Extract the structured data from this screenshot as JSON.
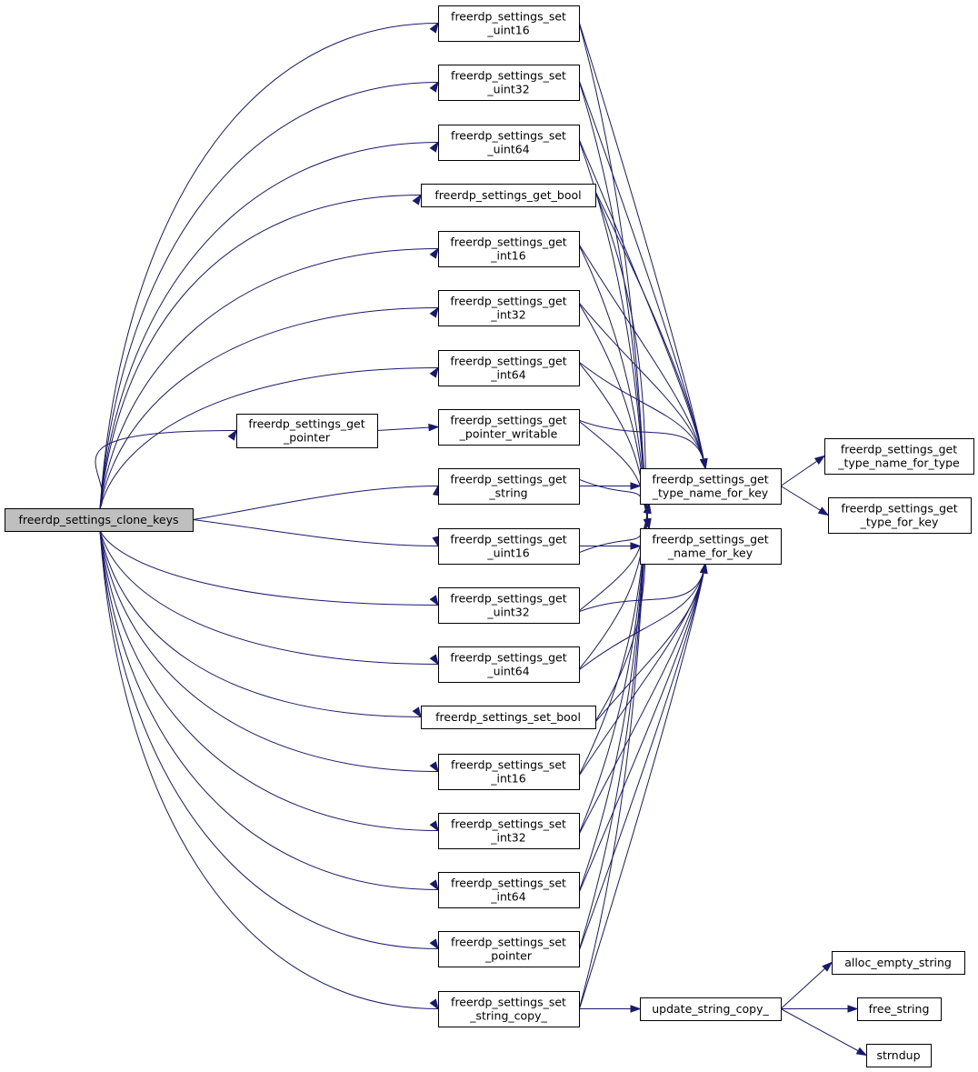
{
  "graph": {
    "colors": {
      "edge": "#191970",
      "root_fill": "#bfbfbf",
      "node_fill": "#ffffff",
      "node_border": "#000000"
    },
    "nodes": [
      {
        "id": "clone_keys",
        "lines": [
          "freerdp_settings_clone_keys"
        ],
        "root": true
      },
      {
        "id": "set_uint16",
        "lines": [
          "freerdp_settings_set",
          "_uint16"
        ]
      },
      {
        "id": "set_uint32",
        "lines": [
          "freerdp_settings_set",
          "_uint32"
        ]
      },
      {
        "id": "set_uint64",
        "lines": [
          "freerdp_settings_set",
          "_uint64"
        ]
      },
      {
        "id": "get_bool",
        "lines": [
          "freerdp_settings_get_bool"
        ]
      },
      {
        "id": "get_int16",
        "lines": [
          "freerdp_settings_get",
          "_int16"
        ]
      },
      {
        "id": "get_int32",
        "lines": [
          "freerdp_settings_get",
          "_int32"
        ]
      },
      {
        "id": "get_int64",
        "lines": [
          "freerdp_settings_get",
          "_int64"
        ]
      },
      {
        "id": "get_pointer",
        "lines": [
          "freerdp_settings_get",
          "_pointer"
        ]
      },
      {
        "id": "get_pointer_writable",
        "lines": [
          "freerdp_settings_get",
          "_pointer_writable"
        ]
      },
      {
        "id": "get_string",
        "lines": [
          "freerdp_settings_get",
          "_string"
        ]
      },
      {
        "id": "get_uint16",
        "lines": [
          "freerdp_settings_get",
          "_uint16"
        ]
      },
      {
        "id": "get_uint32",
        "lines": [
          "freerdp_settings_get",
          "_uint32"
        ]
      },
      {
        "id": "get_uint64",
        "lines": [
          "freerdp_settings_get",
          "_uint64"
        ]
      },
      {
        "id": "set_bool",
        "lines": [
          "freerdp_settings_set_bool"
        ]
      },
      {
        "id": "set_int16",
        "lines": [
          "freerdp_settings_set",
          "_int16"
        ]
      },
      {
        "id": "set_int32",
        "lines": [
          "freerdp_settings_set",
          "_int32"
        ]
      },
      {
        "id": "set_int64",
        "lines": [
          "freerdp_settings_set",
          "_int64"
        ]
      },
      {
        "id": "set_pointer",
        "lines": [
          "freerdp_settings_set",
          "_pointer"
        ]
      },
      {
        "id": "set_string_copy",
        "lines": [
          "freerdp_settings_set",
          "_string_copy_"
        ]
      },
      {
        "id": "type_name_for_key",
        "lines": [
          "freerdp_settings_get",
          "_type_name_for_key"
        ]
      },
      {
        "id": "name_for_key",
        "lines": [
          "freerdp_settings_get",
          "_name_for_key"
        ]
      },
      {
        "id": "type_name_for_type",
        "lines": [
          "freerdp_settings_get",
          "_type_name_for_type"
        ]
      },
      {
        "id": "type_for_key",
        "lines": [
          "freerdp_settings_get",
          "_type_for_key"
        ]
      },
      {
        "id": "update_string_copy",
        "lines": [
          "update_string_copy_"
        ]
      },
      {
        "id": "alloc_empty_string",
        "lines": [
          "alloc_empty_string"
        ]
      },
      {
        "id": "free_string",
        "lines": [
          "free_string"
        ]
      },
      {
        "id": "strndup",
        "lines": [
          "strndup"
        ]
      }
    ],
    "edges": [
      [
        "clone_keys",
        "set_uint16"
      ],
      [
        "clone_keys",
        "set_uint32"
      ],
      [
        "clone_keys",
        "set_uint64"
      ],
      [
        "clone_keys",
        "get_bool"
      ],
      [
        "clone_keys",
        "get_int16"
      ],
      [
        "clone_keys",
        "get_int32"
      ],
      [
        "clone_keys",
        "get_int64"
      ],
      [
        "clone_keys",
        "get_pointer"
      ],
      [
        "clone_keys",
        "get_string"
      ],
      [
        "clone_keys",
        "get_uint16"
      ],
      [
        "clone_keys",
        "get_uint32"
      ],
      [
        "clone_keys",
        "get_uint64"
      ],
      [
        "clone_keys",
        "set_bool"
      ],
      [
        "clone_keys",
        "set_int16"
      ],
      [
        "clone_keys",
        "set_int32"
      ],
      [
        "clone_keys",
        "set_int64"
      ],
      [
        "clone_keys",
        "set_pointer"
      ],
      [
        "clone_keys",
        "set_string_copy"
      ],
      [
        "get_pointer",
        "get_pointer_writable"
      ],
      [
        "set_uint16",
        "type_name_for_key"
      ],
      [
        "set_uint16",
        "name_for_key"
      ],
      [
        "set_uint32",
        "type_name_for_key"
      ],
      [
        "set_uint32",
        "name_for_key"
      ],
      [
        "set_uint64",
        "type_name_for_key"
      ],
      [
        "set_uint64",
        "name_for_key"
      ],
      [
        "get_bool",
        "type_name_for_key"
      ],
      [
        "get_bool",
        "name_for_key"
      ],
      [
        "get_int16",
        "type_name_for_key"
      ],
      [
        "get_int16",
        "name_for_key"
      ],
      [
        "get_int32",
        "type_name_for_key"
      ],
      [
        "get_int32",
        "name_for_key"
      ],
      [
        "get_int64",
        "type_name_for_key"
      ],
      [
        "get_int64",
        "name_for_key"
      ],
      [
        "get_pointer_writable",
        "type_name_for_key"
      ],
      [
        "get_pointer_writable",
        "name_for_key"
      ],
      [
        "get_string",
        "type_name_for_key"
      ],
      [
        "get_string",
        "name_for_key"
      ],
      [
        "get_uint16",
        "type_name_for_key"
      ],
      [
        "get_uint16",
        "name_for_key"
      ],
      [
        "get_uint32",
        "type_name_for_key"
      ],
      [
        "get_uint32",
        "name_for_key"
      ],
      [
        "get_uint64",
        "type_name_for_key"
      ],
      [
        "get_uint64",
        "name_for_key"
      ],
      [
        "set_bool",
        "type_name_for_key"
      ],
      [
        "set_bool",
        "name_for_key"
      ],
      [
        "set_int16",
        "type_name_for_key"
      ],
      [
        "set_int16",
        "name_for_key"
      ],
      [
        "set_int32",
        "type_name_for_key"
      ],
      [
        "set_int32",
        "name_for_key"
      ],
      [
        "set_int64",
        "type_name_for_key"
      ],
      [
        "set_int64",
        "name_for_key"
      ],
      [
        "set_pointer",
        "type_name_for_key"
      ],
      [
        "set_pointer",
        "name_for_key"
      ],
      [
        "set_string_copy",
        "type_name_for_key"
      ],
      [
        "set_string_copy",
        "name_for_key"
      ],
      [
        "set_string_copy",
        "update_string_copy"
      ],
      [
        "type_name_for_key",
        "type_name_for_type"
      ],
      [
        "type_name_for_key",
        "type_for_key"
      ],
      [
        "update_string_copy",
        "alloc_empty_string"
      ],
      [
        "update_string_copy",
        "free_string"
      ],
      [
        "update_string_copy",
        "strndup"
      ]
    ]
  }
}
